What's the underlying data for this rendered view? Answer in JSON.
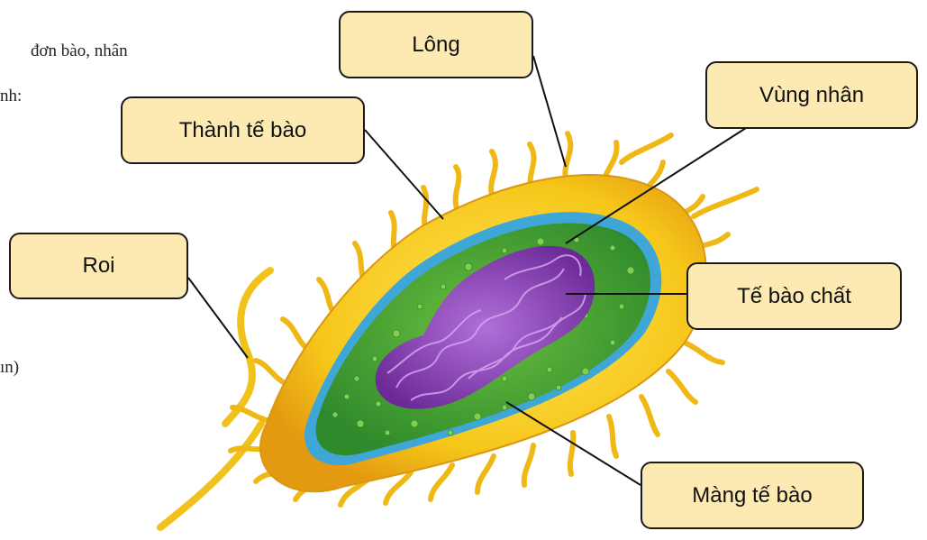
{
  "background_text": {
    "line1": "đơn bào, nhân",
    "line2": "nh:",
    "line3": "ın)"
  },
  "labels": {
    "long": "Lông",
    "vung_nhan": "Vùng nhân",
    "thanh_te_bao": "Thành tế bào",
    "roi": "Roi",
    "te_bao_chat": "Tế bào chất",
    "mang_te_bao": "Màng tế bào"
  },
  "colors": {
    "label_fill": "#fde9b2",
    "cell_wall": "#f5c81a",
    "cytoplasm": "#43a33a",
    "nucleoid": "#8a3fb0",
    "membrane": "#3fa6d8"
  }
}
